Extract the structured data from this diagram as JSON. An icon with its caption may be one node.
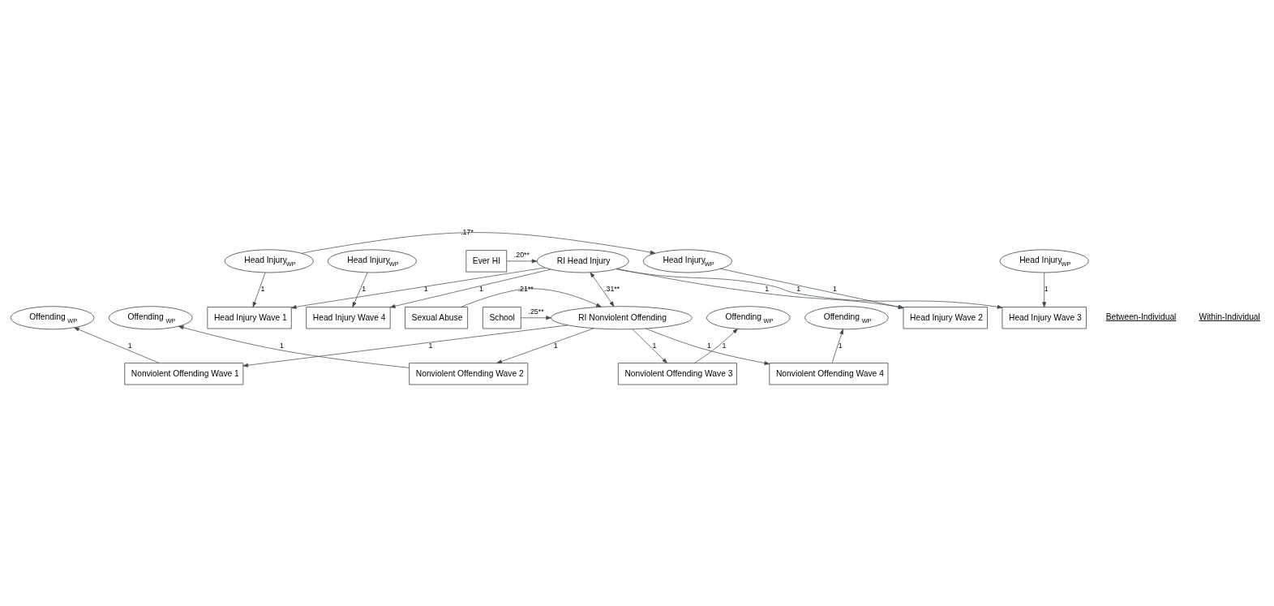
{
  "diagram": {
    "nodes": [
      {
        "text": [
          "Ever HI"
        ]
      },
      {
        "text": [
          "School"
        ]
      },
      {
        "text": [
          "Sexual Abuse"
        ]
      },
      {
        "text": [
          "RI Head Injury"
        ]
      },
      {
        "text": [
          "RI Nonviolent Offending"
        ]
      },
      {
        "text": [
          "Head Injury Wave 1"
        ]
      },
      {
        "text": [
          "Head Injury Wave 2"
        ]
      },
      {
        "text": [
          "Head Injury Wave 3"
        ]
      },
      {
        "text": [
          "Head Injury Wave 4"
        ]
      },
      {
        "text": [
          "Head Injury$_{WP}$"
        ]
      },
      {
        "text": [
          "Head Injury$_{WP}$"
        ]
      },
      {
        "text": [
          "Head Injury$_{WP}$"
        ]
      },
      {
        "text": [
          "Head Injury$_{WP}$"
        ]
      },
      {
        "text": [
          "Offending $_{WP}$"
        ]
      },
      {
        "text": [
          "Offending $_{WP}$"
        ]
      },
      {
        "text": [
          "Offending $_{WP}$"
        ]
      },
      {
        "text": [
          "Offending $_{WP}$"
        ]
      },
      {
        "text": [
          "Nonviolent Offending Wave 1"
        ]
      },
      {
        "text": [
          "Nonviolent Offending Wave 2"
        ]
      },
      {
        "text": [
          "Nonviolent Offending Wave 3"
        ]
      },
      {
        "text": [
          "Nonviolent Offending Wave 4"
        ]
      }
    ],
    "edges": [
      {
        "from": 0,
        "to": 3,
        "arrow": "to",
        "label": ".20**"
      },
      {
        "from": 1,
        "to": 4,
        "arrow": "to",
        "label": ".25**"
      },
      {
        "from": 2,
        "to": 4,
        "arrow": "to",
        "label": ".21**"
      },
      {
        "from": 3,
        "to": 4,
        "arrow": "both",
        "label": ".31**"
      },
      {
        "from": 3,
        "to": 5,
        "arrow": "to",
        "label": "1"
      },
      {
        "from": 3,
        "to": 6,
        "arrow": "to",
        "label": "1"
      },
      {
        "from": 3,
        "to": 7,
        "arrow": "to",
        "label": "1"
      },
      {
        "from": 3,
        "to": 8,
        "arrow": "to",
        "label": "1"
      },
      {
        "from": 9,
        "to": 5,
        "arrow": "to",
        "label": "1"
      },
      {
        "from": 10,
        "to": 6,
        "arrow": "to",
        "label": "1"
      },
      {
        "from": 11,
        "to": 7,
        "arrow": "to",
        "label": "1"
      },
      {
        "from": 12,
        "to": 8,
        "arrow": "to",
        "label": "1"
      },
      {
        "from": 9,
        "to": 10,
        "arrow": "to",
        "label": ".17*"
      },
      {
        "from": 4,
        "to": 17,
        "arrow": "to",
        "label": "1"
      },
      {
        "from": 4,
        "to": 18,
        "arrow": "to",
        "label": "1"
      },
      {
        "from": 4,
        "to": 19,
        "arrow": "to",
        "label": "1"
      },
      {
        "from": 4,
        "to": 20,
        "arrow": "to",
        "label": "1"
      },
      {
        "from": 17,
        "to": 13,
        "arrow": "to",
        "label": "1"
      },
      {
        "from": 18,
        "to": 14,
        "arrow": "to",
        "label": "1"
      },
      {
        "from": 19,
        "to": 15,
        "arrow": "to",
        "label": "1"
      },
      {
        "from": 20,
        "to": 16,
        "arrow": "to",
        "label": "1"
      }
    ],
    "labels": [
      "Between-Individual",
      "Within-Individual"
    ]
  }
}
